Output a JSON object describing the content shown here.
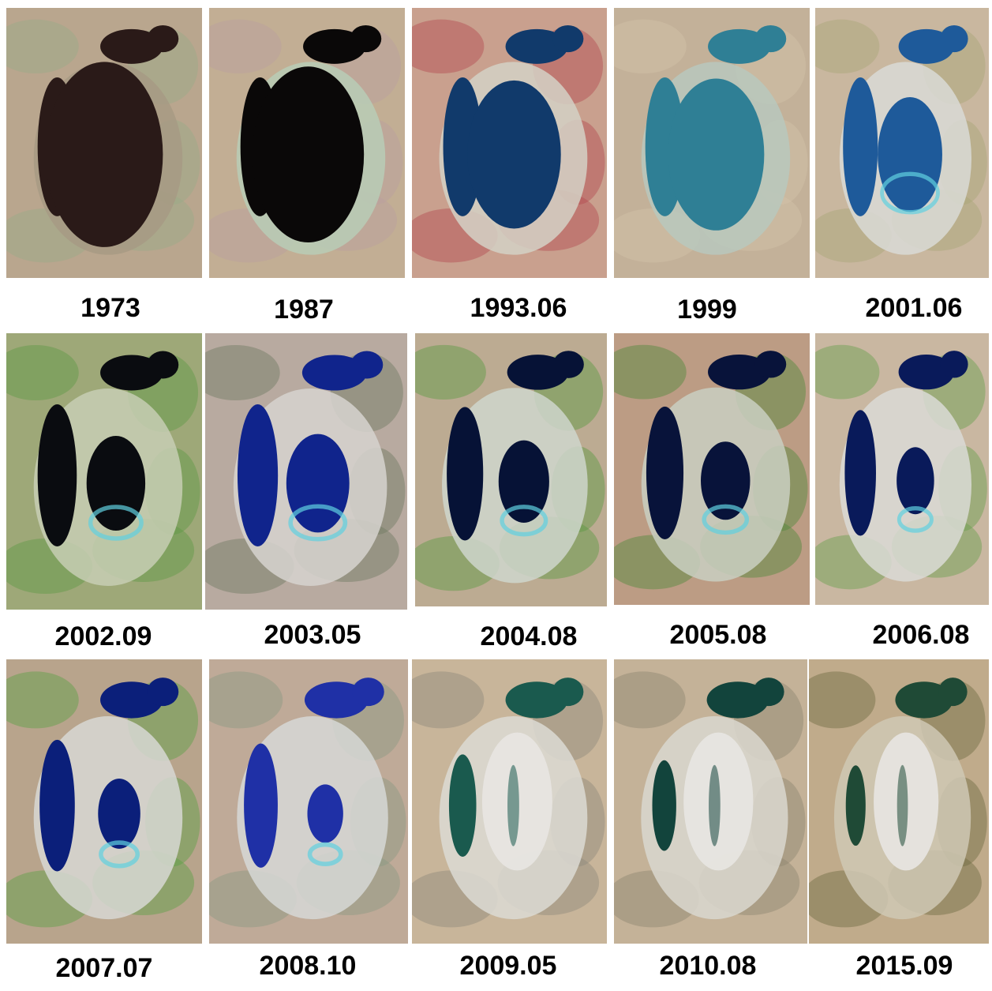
{
  "figure": {
    "panels": [
      {
        "label": "1973",
        "land": "#b9a68e",
        "lake": "#2a1a18",
        "shore": "#a79a84",
        "accent": "#9aaa88"
      },
      {
        "label": "1987",
        "land": "#c2ae94",
        "lake": "#0a0808",
        "shore": "#b9cdb6",
        "accent": "#bba0a0"
      },
      {
        "label": "1993.06",
        "land": "#c9a08e",
        "lake": "#113a6b",
        "shore": "#d3d1c5",
        "accent": "#b44a50"
      },
      {
        "label": "1999",
        "land": "#c3b199",
        "lake": "#2f7f95",
        "shore": "#b9c8bd",
        "accent": "#d2c3a9"
      },
      {
        "label": "2001.06",
        "land": "#c9b79f",
        "lake": "#1e5a9a",
        "shore": "#d9dad6",
        "accent": "#a8a778"
      },
      {
        "label": "2002.09",
        "land": "#9ea878",
        "lake": "#0a0c10",
        "shore": "#c7ceb4",
        "accent": "#5e9a45"
      },
      {
        "label": "2003.05",
        "land": "#b8aaa0",
        "lake": "#10248c",
        "shore": "#d6d3cf",
        "accent": "#6e7a62"
      },
      {
        "label": "2004.08",
        "land": "#bcab92",
        "lake": "#061236",
        "shore": "#cfd6cc",
        "accent": "#5a9a42"
      },
      {
        "label": "2005.08",
        "land": "#bc9c84",
        "lake": "#08133a",
        "shore": "#c9cfc1",
        "accent": "#4f8a3c"
      },
      {
        "label": "2006.08",
        "land": "#c9b7a1",
        "lake": "#091a5a",
        "shore": "#dadbd6",
        "accent": "#68a04e"
      },
      {
        "label": "2007.07",
        "land": "#b8a48c",
        "lake": "#0b1f7a",
        "shore": "#d7d8d4",
        "accent": "#5aa044"
      },
      {
        "label": "2008.10",
        "land": "#bfaa98",
        "lake": "#1f30a6",
        "shore": "#d6d8d6",
        "accent": "#8a9a82"
      },
      {
        "label": "2009.05",
        "land": "#c8b59a",
        "lake": "#1a5a4e",
        "shore": "#dcdad3",
        "accent": "#8f8a7c"
      },
      {
        "label": "2010.08",
        "land": "#c4b298",
        "lake": "#12443c",
        "shore": "#d9d7cf",
        "accent": "#8d8670"
      },
      {
        "label": "2015.09",
        "land": "#c0ab8b",
        "lake": "#1f4a36",
        "shore": "#cfc8b4",
        "accent": "#6e6a42"
      }
    ]
  }
}
